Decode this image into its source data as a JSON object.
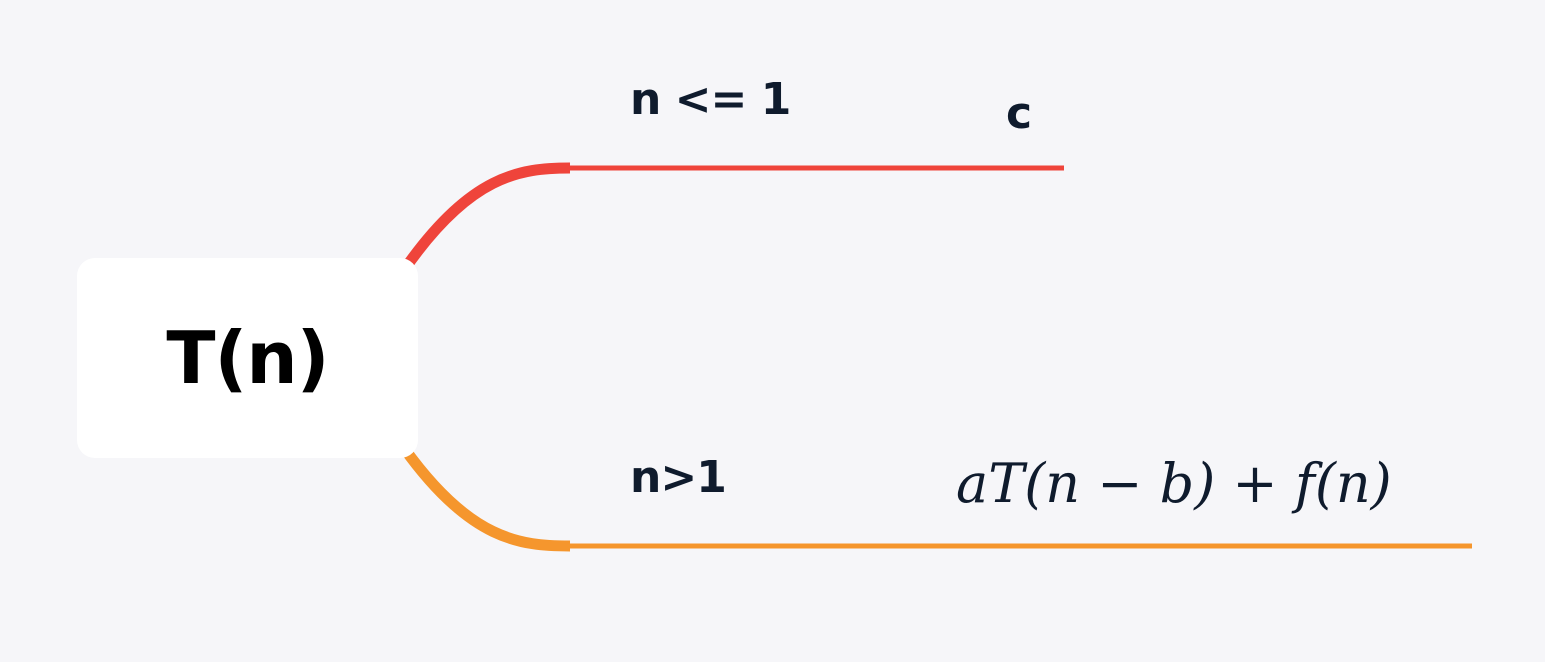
{
  "diagram": {
    "root": {
      "label": "T(n)"
    },
    "branches": [
      {
        "condition": "n <= 1",
        "result": "c",
        "color": "#ef443b"
      },
      {
        "condition": "n>1",
        "result": "aT(n − b) + f(n)",
        "color": "#f5962d"
      }
    ]
  },
  "colors": {
    "background": "#f6f6f9",
    "node_fill": "#ffffff",
    "text": "#0f1b2d"
  }
}
